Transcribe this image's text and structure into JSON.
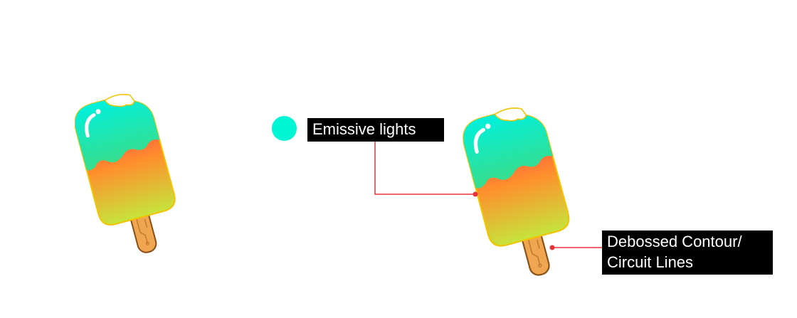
{
  "colors": {
    "emissive": "#00f5d4",
    "leader_line": "#e8333a",
    "label_background": "#000000",
    "label_text": "#ffffff"
  },
  "icons": {
    "popsicle": "popsicle-icon",
    "swatch": "emissive-color-swatch"
  },
  "labels": {
    "emissive": "Emissive lights",
    "debossed_line1": "Debossed Contour/",
    "debossed_line2": "Circuit Lines"
  }
}
